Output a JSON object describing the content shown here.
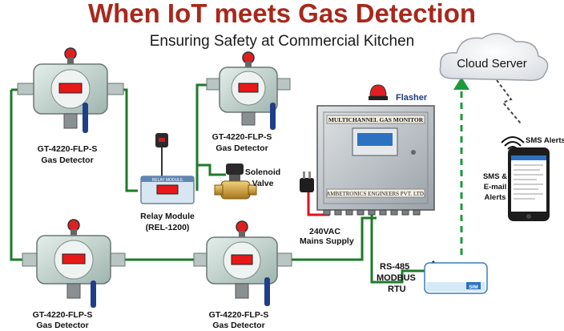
{
  "title": "When IoT meets Gas Detection",
  "subtitle": "Ensuring Safety at Commercial Kitchen",
  "colors": {
    "title": "#a8281c",
    "wire_green": "#1e7a2a",
    "wire_red": "#e0101c",
    "dashed_green": "#1a9a3a",
    "display": "#e81818",
    "housing": "#c8d8d4"
  },
  "detectors": [
    {
      "line1": "GT-4220-FLP-S",
      "line2": "Gas Detector"
    },
    {
      "line1": "GT-4220-FLP-S",
      "line2": "Gas Detector"
    },
    {
      "line1": "GT-4220-FLP-S",
      "line2": "Gas Detector"
    },
    {
      "line1": "GT-4220-FLP-S",
      "line2": "Gas Detector"
    }
  ],
  "relay": {
    "line1": "Relay Module",
    "line2": "(REL-1200)",
    "panel_text": "RELAY MODULE"
  },
  "valve": {
    "line1": "Solenoid",
    "line2": "Valve"
  },
  "flasher": "Flasher",
  "gas_monitor": {
    "plate": "MULTICHANNEL GAS MONITOR",
    "maker": "AMBETRONICS ENGINEERS PVT. LTD."
  },
  "cloud": "Cloud Server",
  "sms_alerts": "SMS Alerts",
  "email_alerts": {
    "line1": "SMS &",
    "line2": "E-mail",
    "line3": "Alerts"
  },
  "mains": {
    "line1": "240VAC",
    "line2": "Mains Supply"
  },
  "rtu": {
    "line1": "RS-485",
    "line2": "MODBUS",
    "line3": "RTU",
    "sim": "SIM"
  },
  "icons": [
    "beacon-icon",
    "plug-icon",
    "antenna-icon",
    "wifi-signal-icon",
    "lightning-icon",
    "phone-icon",
    "cloud-icon"
  ]
}
